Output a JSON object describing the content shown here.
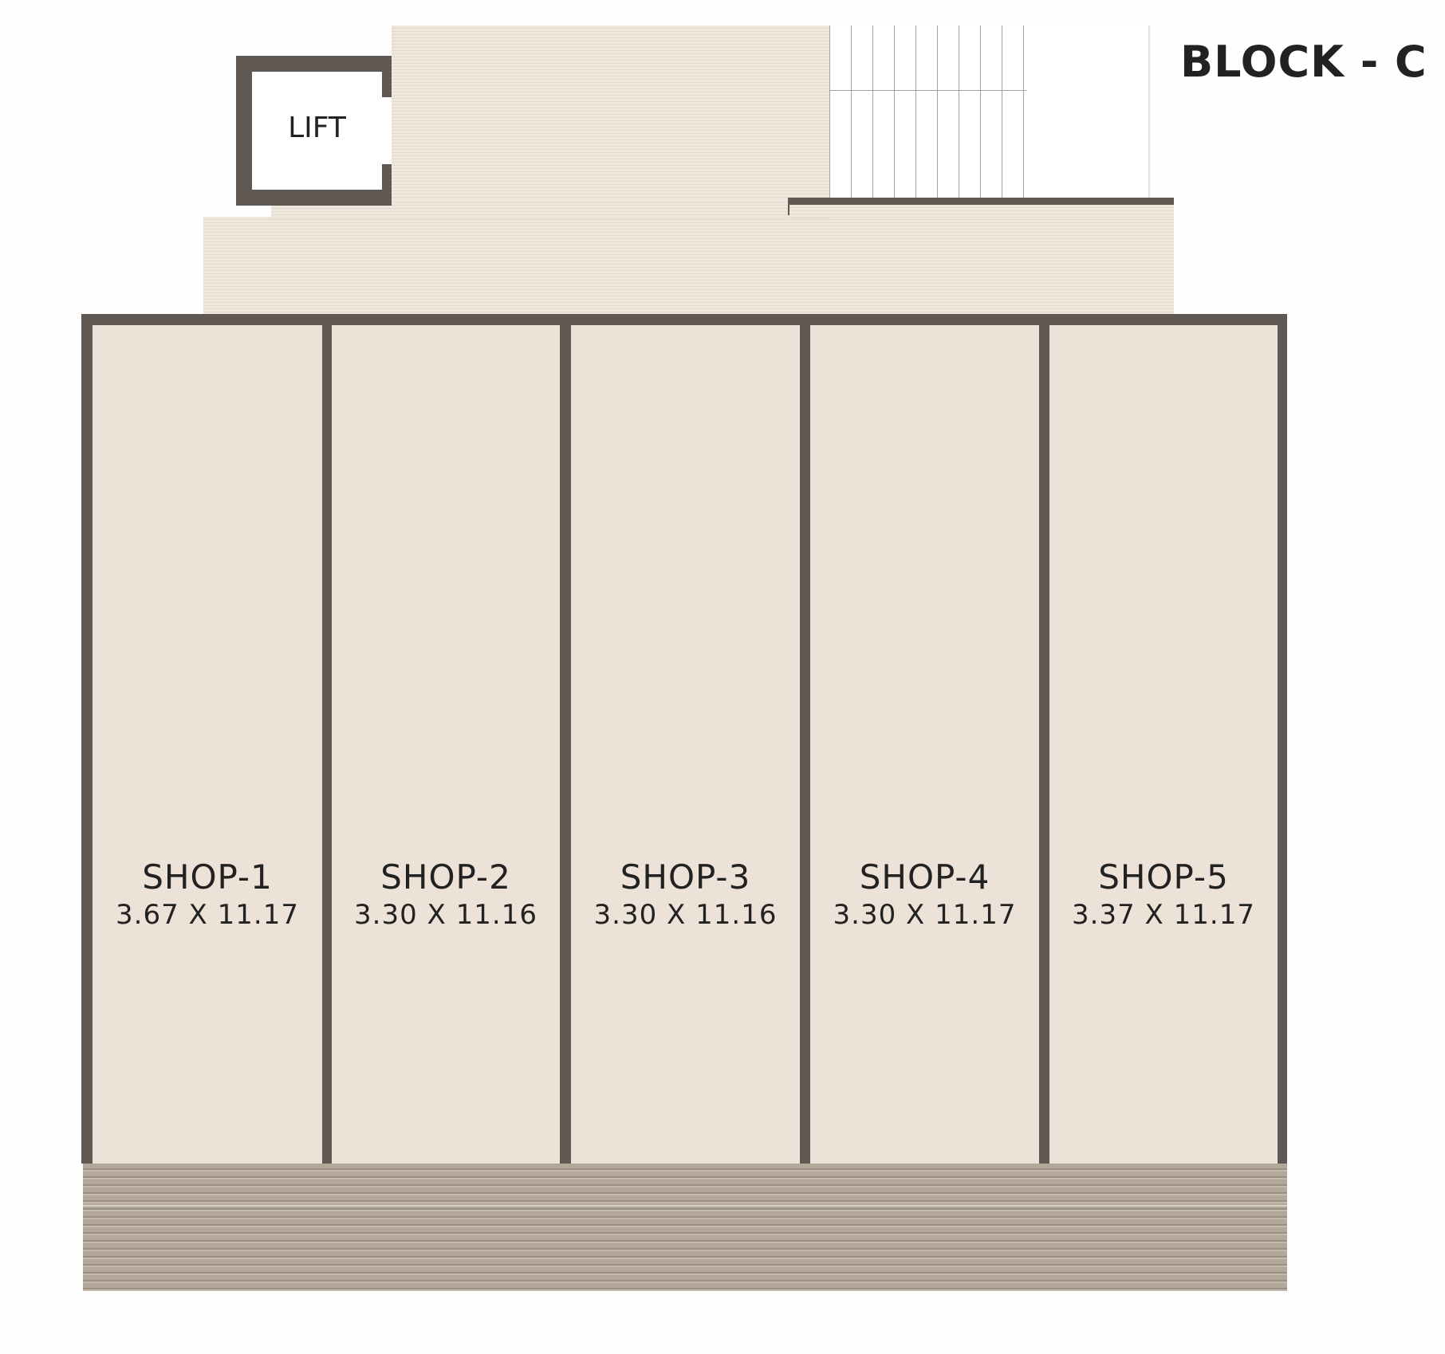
{
  "plan": {
    "block_title": "BLOCK - C",
    "lift_label": "LIFT"
  },
  "shops": [
    {
      "name": "SHOP-1",
      "size": "3.67 X 11.17"
    },
    {
      "name": "SHOP-2",
      "size": "3.30 X 11.16"
    },
    {
      "name": "SHOP-3",
      "size": "3.30 X 11.16"
    },
    {
      "name": "SHOP-4",
      "size": "3.30 X 11.17"
    },
    {
      "name": "SHOP-5",
      "size": "3.37 X 11.17"
    }
  ],
  "colors": {
    "wall": "#5f5853",
    "shop_floor": "#ede2d7",
    "lobby_floor": "#ebe4d9",
    "walkway": "#b0a496"
  }
}
